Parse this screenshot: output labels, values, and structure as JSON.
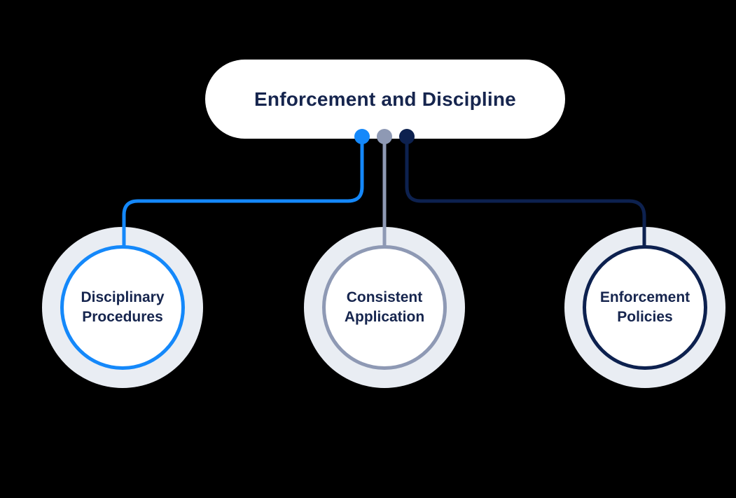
{
  "canvas": {
    "background": "#000000"
  },
  "root": {
    "label": "Enforcement and Discipline",
    "background": "#ffffff",
    "text_color": "#16254e"
  },
  "branches": [
    {
      "label": "Disciplinary Procedures",
      "color": "#1488fa"
    },
    {
      "label": "Consistent Application",
      "color": "#8e99b4"
    },
    {
      "label": "Enforcement Policies",
      "color": "#0d214f"
    }
  ],
  "styles": {
    "ring_color": "#e9edf3",
    "node_fill": "#ffffff",
    "label_color": "#16254e"
  }
}
